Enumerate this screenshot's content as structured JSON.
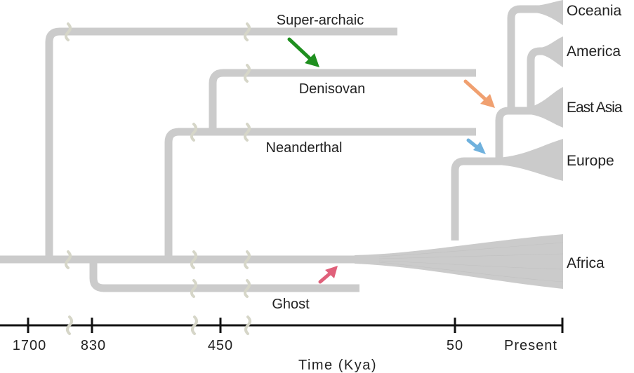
{
  "lineage_labels": {
    "super_archaic": "Super-archaic",
    "denisovan": "Denisovan",
    "neanderthal": "Neanderthal",
    "ghost": "Ghost"
  },
  "population_labels": {
    "oceania": "Oceania",
    "america": "America",
    "east_asia": "East Asia",
    "europe": "Europe",
    "africa": "Africa"
  },
  "axis": {
    "ticks": [
      "1700",
      "830",
      "450",
      "50",
      "Present"
    ],
    "title": "Time (Kya)"
  },
  "colors": {
    "branch": "#cbcbcb",
    "break_mark": "#d6d6c8",
    "axis": "#111111",
    "text": "#222222",
    "arrow_super_archaic": "#1f8f1f",
    "arrow_denisovan": "#f0a070",
    "arrow_neanderthal": "#6fb1dd",
    "arrow_ghost": "#e0607a"
  },
  "icons": {
    "introgression_arrow": "arrow-icon",
    "axis_break": "axis-break-icon"
  }
}
